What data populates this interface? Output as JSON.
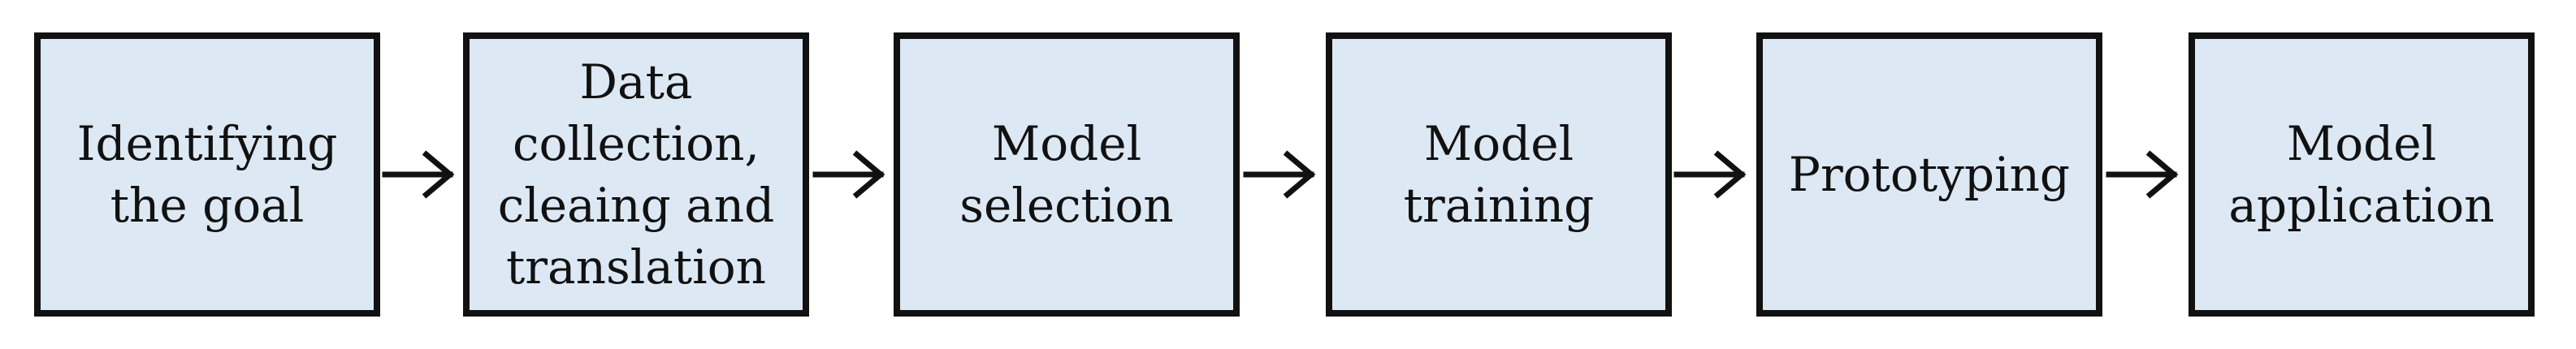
{
  "diagram": {
    "steps": [
      {
        "label": "Identifying\nthe goal"
      },
      {
        "label": "Data\ncollection,\ncleaing and\ntranslation"
      },
      {
        "label": "Model\nselection"
      },
      {
        "label": "Model\ntraining"
      },
      {
        "label": "Prototyping"
      },
      {
        "label": "Model\napplication"
      }
    ],
    "colors": {
      "box_fill": "#dce8f4",
      "box_border": "#111111",
      "arrow": "#111111",
      "text": "#111111"
    }
  }
}
